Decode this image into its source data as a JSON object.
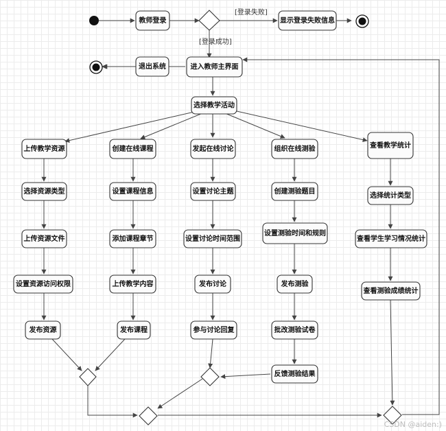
{
  "nodes": {
    "teacher_login": "教师登录",
    "show_login_fail": "显示登录失败信息",
    "exit_system": "退出系统",
    "teacher_main": "进入教师主界面",
    "select_activity": "选择教学活动",
    "upload_resource": "上传教学资源",
    "create_course": "创建在线课程",
    "start_discussion": "发起在线讨论",
    "organize_quiz": "组织在线测验",
    "view_stats": "查看教学统计",
    "select_resource_type": "选择资源类型",
    "set_course_info": "设置课程信息",
    "set_discussion_topic": "设置讨论主题",
    "create_quiz_questions": "创建测验题目",
    "select_stats_type": "选择统计类型",
    "upload_resource_file": "上传资源文件",
    "add_course_chapter": "添加课程章节",
    "set_discussion_time": "设置讨论时间范围",
    "set_quiz_time_rules": "设置测验时间和规则",
    "view_learning_stats": "查看学生学习情况统计",
    "set_resource_access": "设置资源访问权限",
    "upload_teaching_content": "上传教学内容",
    "publish_discussion": "发布讨论",
    "publish_quiz": "发布测验",
    "view_score_stats": "查看测验成绩统计",
    "publish_resource": "发布资源",
    "publish_course": "发布课程",
    "join_discussion_reply": "参与讨论回复",
    "grade_quiz": "批改测验试卷",
    "feedback_quiz_result": "反馈测验结果"
  },
  "guards": {
    "login_failed": "[登录失败]",
    "login_success": "[登录成功]"
  },
  "watermark": "CSDN @aiden:)"
}
